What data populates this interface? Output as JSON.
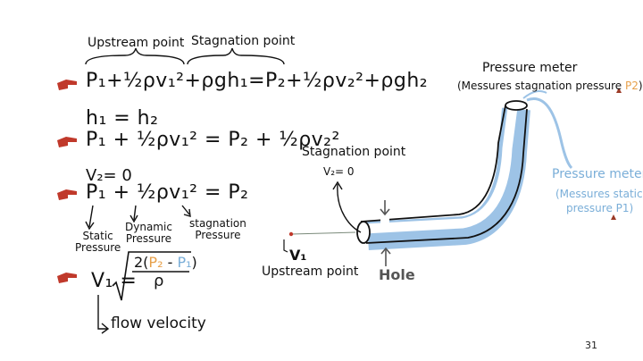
{
  "equation_1": {
    "upstream_label": "Upstream point",
    "stagnation_label": "Stagnation point",
    "text": "P₁+½ρv₁²+ρgh₁=P₂+½ρv₂²+ρgh₂"
  },
  "equation_2": {
    "text": "h₁ = h₂"
  },
  "equation_3": {
    "text": "P₁ + ½ρv₁² = P₂ + ½ρv₂²"
  },
  "equation_4": {
    "text": "V₂= 0"
  },
  "equation_5": {
    "text": "P₁ + ½ρv₁² = P₂",
    "static_label": [
      "Static",
      "Pressure"
    ],
    "dynamic_label": [
      "Dynamic",
      "Pressure"
    ],
    "stagnation_label": [
      "stagnation",
      "Pressure"
    ]
  },
  "equation_6": {
    "lhs": "V₁ =",
    "numerator_prefix": "2(",
    "p2": "P₂",
    "minus": " - ",
    "p1": "P₁",
    "numerator_suffix": ")",
    "denominator": "ρ",
    "flow_label": "flow velocity"
  },
  "diagram": {
    "pressure_meter_top": "Pressure meter",
    "pressure_meter_top_sub_prefix": "(Messures stagnation pressure ",
    "pressure_meter_top_sub_p2": "P2",
    "pressure_meter_top_sub_suffix": ")",
    "stagnation_point": "Stagnation point",
    "v2_zero": "V₂= 0",
    "v1": "V₁",
    "upstream_point": "Upstream point",
    "hole": "Hole",
    "pressure_meter_right": "Pressure meter",
    "pressure_meter_right_sub1": "(Messures static",
    "pressure_meter_right_sub2": "pressure P1)"
  },
  "page_number": "31",
  "colors": {
    "pointer_red": "#c0392b",
    "tube_blue": "#9dc3e6",
    "label_blue": "#7aaed8",
    "orange": "#e7a04a",
    "triangle_brown": "#9b3a26"
  },
  "icons": [
    "hand-pointer-icon",
    "pressure-triangle-icon"
  ]
}
